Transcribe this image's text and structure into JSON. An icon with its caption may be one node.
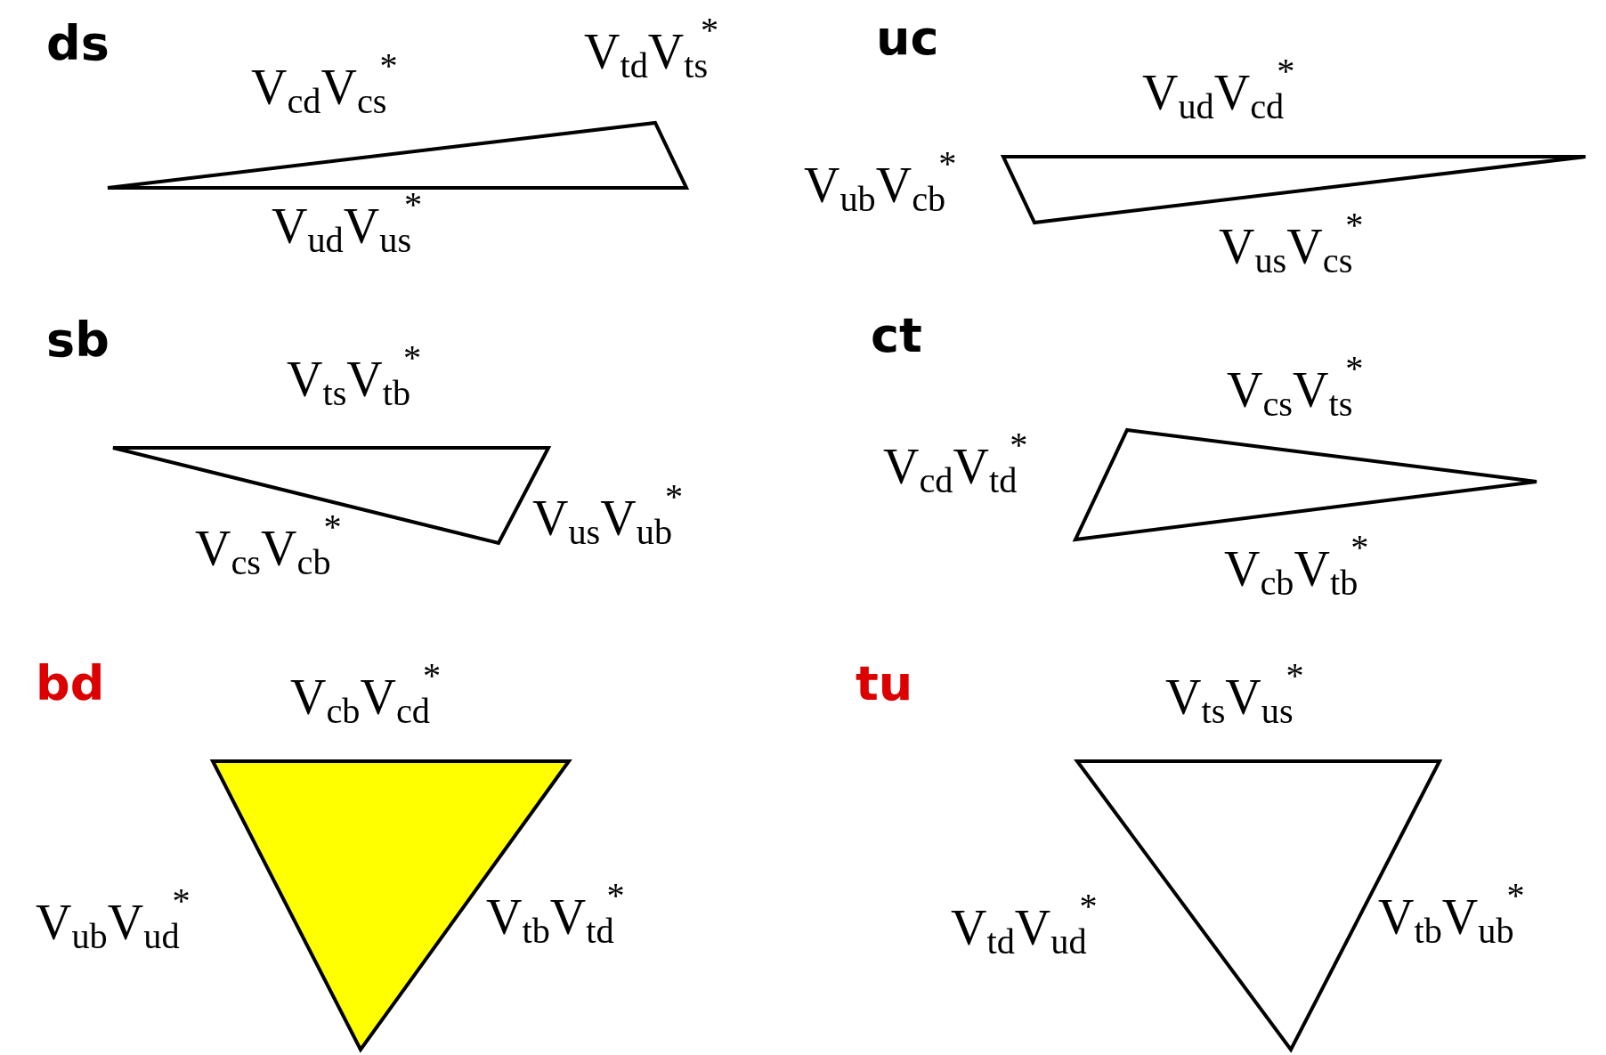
{
  "diagram": {
    "nodes": [
      {
        "text": [
          "ds",
          "V$_{cd}$V$_{cs}$$^{*}$",
          "V$_{td}$V$_{ts}$$^{*}$",
          "V$_{ud}$V$_{us}$$^{*}$"
        ]
      },
      {
        "text": [
          "uc",
          "V$_{ud}$V$_{cd}$$^{*}$",
          "V$_{ub}$V$_{cb}$$^{*}$",
          "V$_{us}$V$_{cs}$$^{*}$"
        ]
      },
      {
        "text": [
          "sb",
          "V$_{ts}$V$_{tb}$$^{*}$",
          "V$_{cs}$V$_{cb}$$^{*}$",
          "V$_{us}$V$_{ub}$$^{*}$"
        ]
      },
      {
        "text": [
          "ct",
          "V$_{cs}$V$_{ts}$$^{*}$",
          "V$_{cd}$V$_{td}$$^{*}$",
          "V$_{cb}$V$_{tb}$$^{*}$"
        ]
      },
      {
        "text": [
          "bd",
          "V$_{cb}$V$_{cd}$$^{*}$",
          "V$_{ub}$V$_{ud}$$^{*}$",
          "V$_{tb}$V$_{td}$$^{*}$"
        ]
      },
      {
        "text": [
          "tu",
          "V$_{ts}$V$_{us}$$^{*}$",
          "V$_{td}$V$_{ud}$$^{*}$",
          "V$_{tb}$V$_{ub}$$^{*}$"
        ]
      }
    ]
  }
}
